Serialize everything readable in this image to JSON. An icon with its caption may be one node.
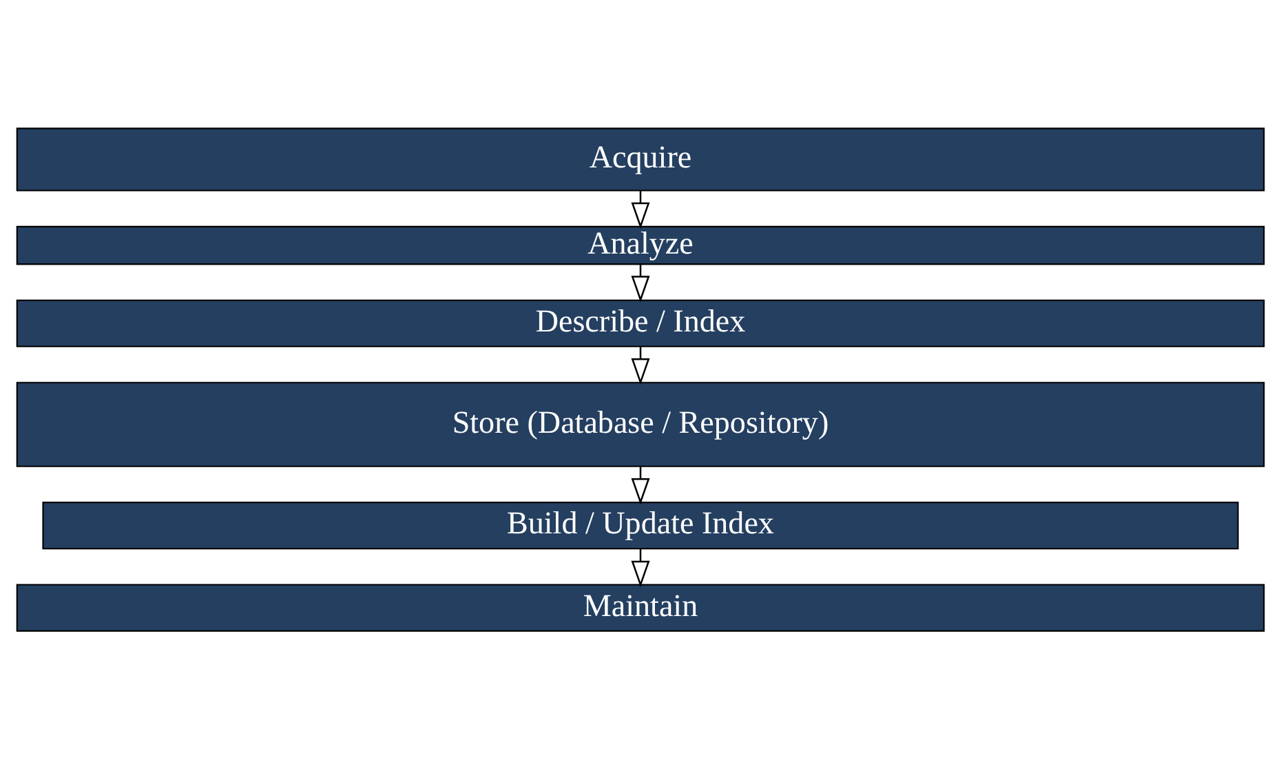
{
  "diagram": {
    "nodes": [
      {
        "text": [
          "Acquire"
        ]
      },
      {
        "text": [
          "Analyze"
        ]
      },
      {
        "text": [
          "Describe / Index"
        ]
      },
      {
        "text": [
          "Store (Database / Repository)"
        ]
      },
      {
        "text": [
          "Build / Update Index"
        ]
      },
      {
        "text": [
          "Maintain"
        ]
      }
    ],
    "edges": [
      {
        "from": 0,
        "to": 1,
        "arrow": "to"
      },
      {
        "from": 1,
        "to": 2,
        "arrow": "to"
      },
      {
        "from": 2,
        "to": 3,
        "arrow": "to"
      },
      {
        "from": 3,
        "to": 4,
        "arrow": "to"
      },
      {
        "from": 4,
        "to": 5,
        "arrow": "to"
      }
    ]
  }
}
